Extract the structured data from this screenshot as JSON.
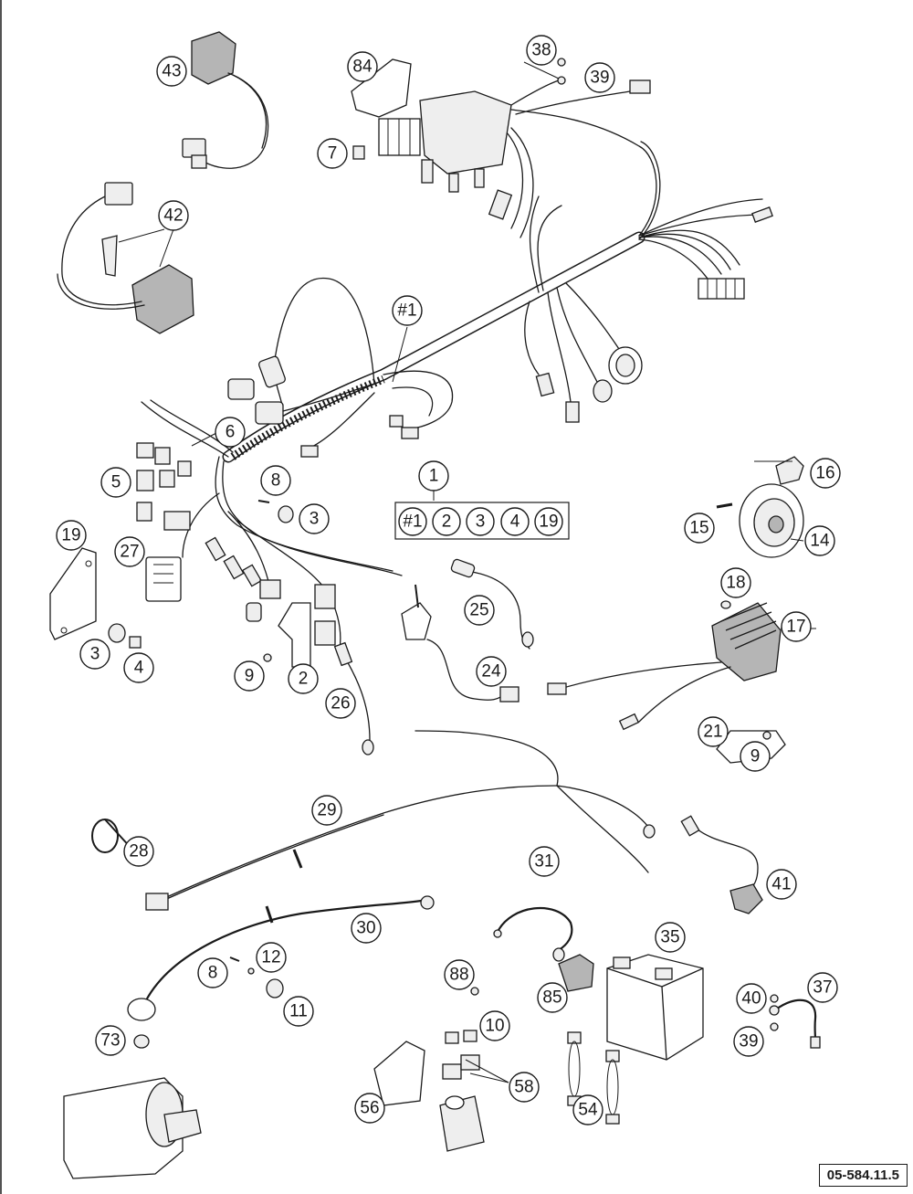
{
  "drawing_code": "05-584.11.5",
  "callouts": [
    {
      "id": "c43",
      "label": "43"
    },
    {
      "id": "c84",
      "label": "84"
    },
    {
      "id": "c38",
      "label": "38"
    },
    {
      "id": "c39a",
      "label": "39"
    },
    {
      "id": "c7",
      "label": "7"
    },
    {
      "id": "c42",
      "label": "42"
    },
    {
      "id": "c1h",
      "label": "#1"
    },
    {
      "id": "c6",
      "label": "6"
    },
    {
      "id": "c5",
      "label": "5"
    },
    {
      "id": "c8a",
      "label": "8"
    },
    {
      "id": "c3a",
      "label": "3"
    },
    {
      "id": "c1",
      "label": "1"
    },
    {
      "id": "k1",
      "label": "#1"
    },
    {
      "id": "k2",
      "label": "2"
    },
    {
      "id": "k3",
      "label": "3"
    },
    {
      "id": "k4",
      "label": "4"
    },
    {
      "id": "k19",
      "label": "19"
    },
    {
      "id": "c16",
      "label": "16"
    },
    {
      "id": "c15",
      "label": "15"
    },
    {
      "id": "c14",
      "label": "14"
    },
    {
      "id": "c19",
      "label": "19"
    },
    {
      "id": "c27",
      "label": "27"
    },
    {
      "id": "c3b",
      "label": "3"
    },
    {
      "id": "c4",
      "label": "4"
    },
    {
      "id": "c9a",
      "label": "9"
    },
    {
      "id": "c2",
      "label": "2"
    },
    {
      "id": "c25",
      "label": "25"
    },
    {
      "id": "c18",
      "label": "18"
    },
    {
      "id": "c17",
      "label": "17"
    },
    {
      "id": "c24",
      "label": "24"
    },
    {
      "id": "c26",
      "label": "26"
    },
    {
      "id": "c21",
      "label": "21"
    },
    {
      "id": "c9b",
      "label": "9"
    },
    {
      "id": "c29",
      "label": "29"
    },
    {
      "id": "c28",
      "label": "28"
    },
    {
      "id": "c31",
      "label": "31"
    },
    {
      "id": "c41",
      "label": "41"
    },
    {
      "id": "c30",
      "label": "30"
    },
    {
      "id": "c35",
      "label": "35"
    },
    {
      "id": "c12",
      "label": "12"
    },
    {
      "id": "c8b",
      "label": "8"
    },
    {
      "id": "c88",
      "label": "88"
    },
    {
      "id": "c85",
      "label": "85"
    },
    {
      "id": "c40",
      "label": "40"
    },
    {
      "id": "c37",
      "label": "37"
    },
    {
      "id": "c11",
      "label": "11"
    },
    {
      "id": "c10",
      "label": "10"
    },
    {
      "id": "c39b",
      "label": "39"
    },
    {
      "id": "c73",
      "label": "73"
    },
    {
      "id": "c58",
      "label": "58"
    },
    {
      "id": "c56",
      "label": "56"
    },
    {
      "id": "c54",
      "label": "54"
    }
  ]
}
